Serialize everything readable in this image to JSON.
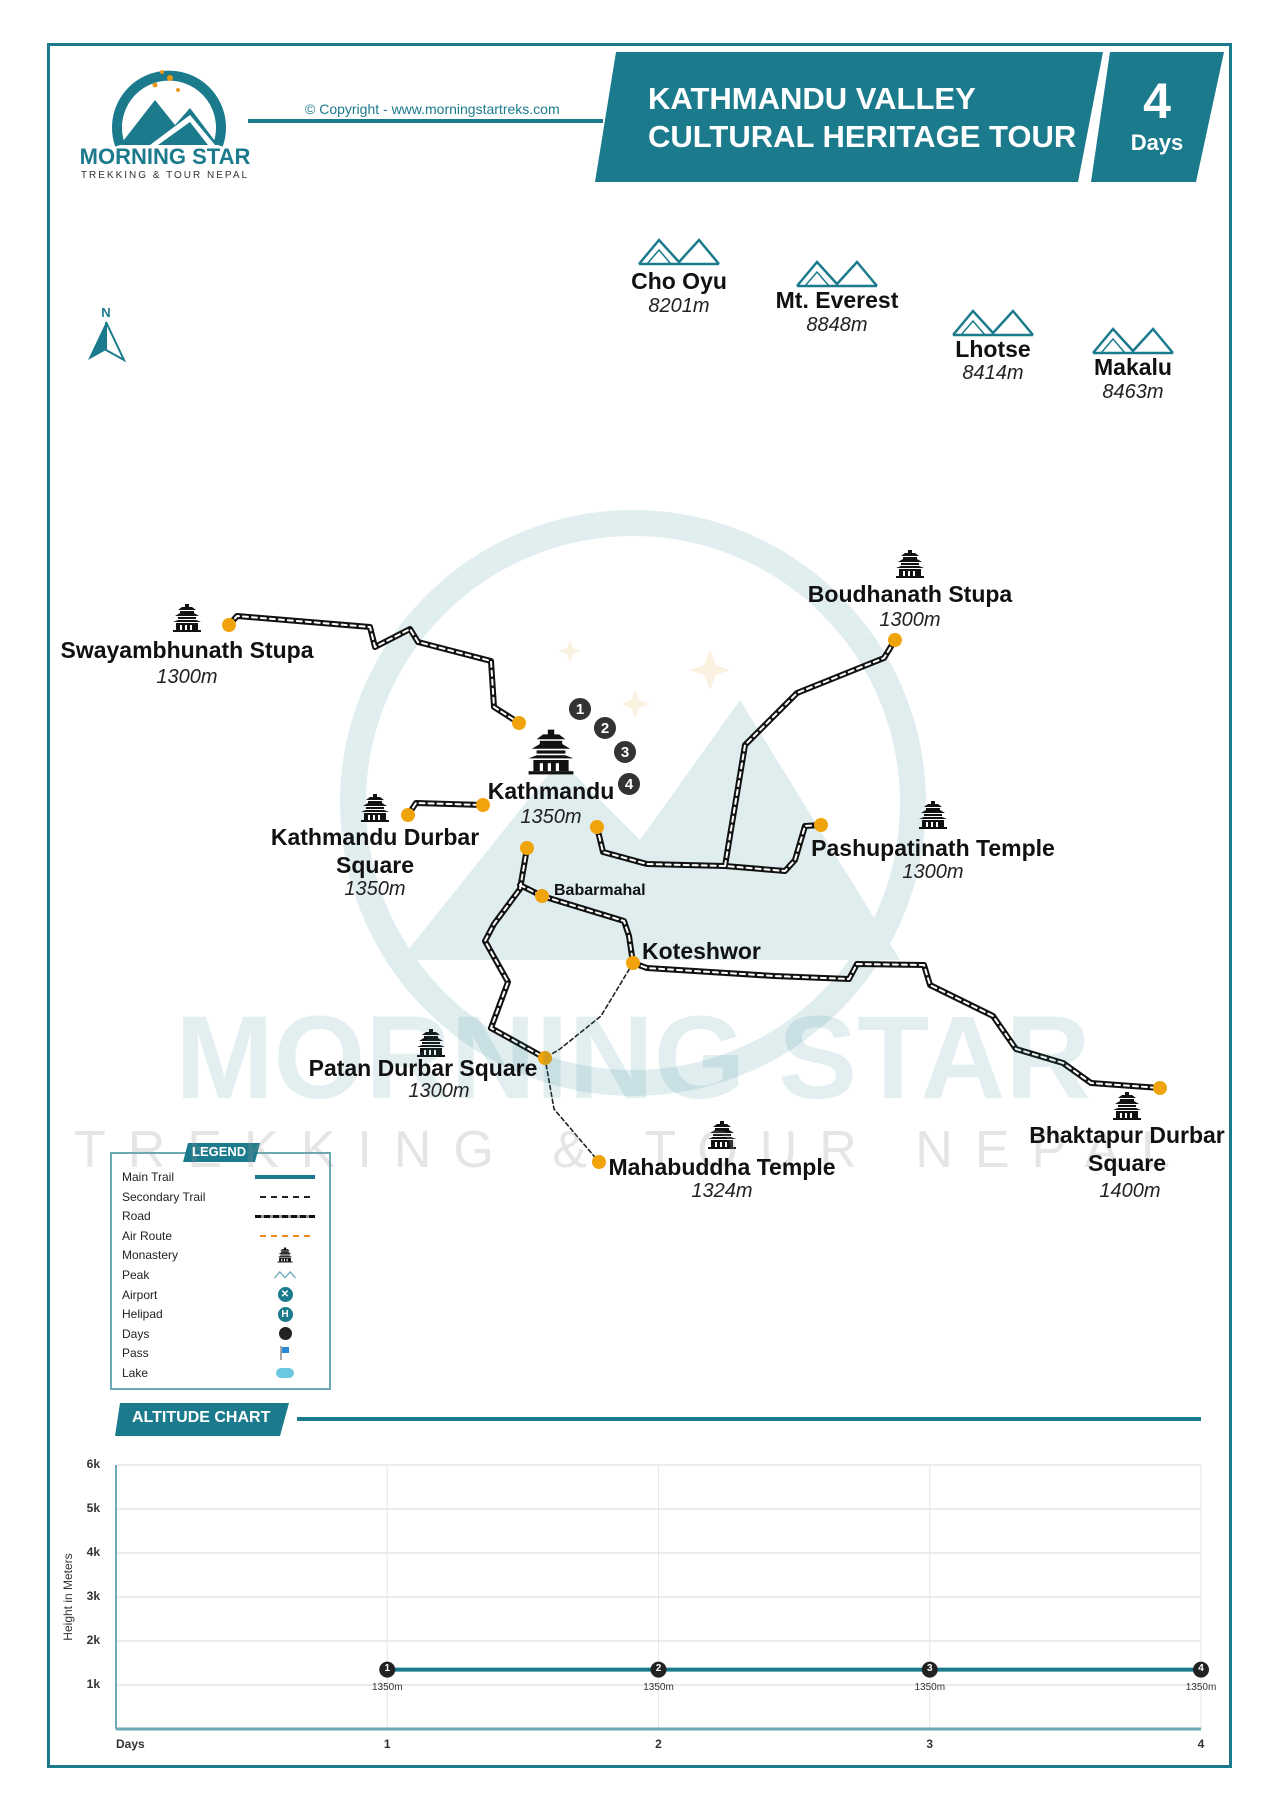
{
  "header": {
    "logo": {
      "name": "MORNING STAR",
      "tagline": "TREKKING & TOUR NEPAL"
    },
    "copyright": "© Copyright - www.morningstartreks.com",
    "title_line1": "KATHMANDU VALLEY",
    "title_line2": "CULTURAL HERITAGE TOUR",
    "days_number": "4",
    "days_label": "Days"
  },
  "map": {
    "north_label": "N",
    "watermark": {
      "name": "MORNING STAR",
      "tagline": "TREKKING & TOUR NEPAL"
    },
    "peaks": [
      {
        "name": "Cho Oyu",
        "altitude": "8201m"
      },
      {
        "name": "Mt. Everest",
        "altitude": "8848m"
      },
      {
        "name": "Lhotse",
        "altitude": "8414m"
      },
      {
        "name": "Makalu",
        "altitude": "8463m"
      }
    ],
    "places": {
      "swayambhu": {
        "name": "Swayambhunath Stupa",
        "altitude": "1300m"
      },
      "kathmandu": {
        "name": "Kathmandu",
        "altitude": "1350m"
      },
      "kds": {
        "name_line1": "Kathmandu Durbar",
        "name_line2": "Square",
        "altitude": "1350m"
      },
      "boudha": {
        "name": "Boudhanath Stupa",
        "altitude": "1300m"
      },
      "pashupati": {
        "name": "Pashupatinath Temple",
        "altitude": "1300m"
      },
      "babarmahal": {
        "name": "Babarmahal"
      },
      "koteshwor": {
        "name": "Koteshwor"
      },
      "patan": {
        "name": "Patan Durbar Square",
        "altitude": "1300m"
      },
      "mahabuddha": {
        "name": "Mahabuddha Temple",
        "altitude": "1324m"
      },
      "bhaktapur": {
        "name_line1": "Bhaktapur Durbar",
        "name_line2": "Square",
        "altitude": "1400m"
      }
    },
    "day_markers": [
      "1",
      "2",
      "3",
      "4"
    ]
  },
  "legend": {
    "title": "LEGEND",
    "items": [
      {
        "label": "Main Trail",
        "icon": "main-trail-line"
      },
      {
        "label": "Secondary Trail",
        "icon": "secondary-trail-line"
      },
      {
        "label": "Road",
        "icon": "road-line"
      },
      {
        "label": "Air Route",
        "icon": "air-route-line"
      },
      {
        "label": "Monastery",
        "icon": "monastery-icon"
      },
      {
        "label": "Peak",
        "icon": "peak-icon"
      },
      {
        "label": "Airport",
        "icon": "airport-icon"
      },
      {
        "label": "Helipad",
        "icon": "helipad-icon"
      },
      {
        "label": "Days",
        "icon": "day-dot-icon"
      },
      {
        "label": "Pass",
        "icon": "flag-icon"
      },
      {
        "label": "Lake",
        "icon": "lake-icon"
      }
    ]
  },
  "colors": {
    "teal": "#1b7a8c",
    "orange": "#f0a30a",
    "dark": "#222222"
  },
  "chart_data": {
    "type": "line",
    "title": "ALTITUDE CHART",
    "xlabel": "Days",
    "ylabel": "Height in Meters",
    "x": [
      1,
      2,
      3,
      4
    ],
    "xlim": [
      0,
      4
    ],
    "ylim": [
      0,
      6000
    ],
    "yticks": [
      {
        "v": 1000,
        "label": "1k"
      },
      {
        "v": 2000,
        "label": "2k"
      },
      {
        "v": 3000,
        "label": "3k"
      },
      {
        "v": 4000,
        "label": "4k"
      },
      {
        "v": 5000,
        "label": "5k"
      },
      {
        "v": 6000,
        "label": "6k"
      }
    ],
    "xtick_labels": [
      "1",
      "2",
      "3",
      "4"
    ],
    "series": [
      {
        "name": "Altitude",
        "values": [
          1350,
          1350,
          1350,
          1350
        ],
        "labels": [
          "1350m",
          "1350m",
          "1350m",
          "1350m"
        ]
      }
    ],
    "grid": true
  }
}
